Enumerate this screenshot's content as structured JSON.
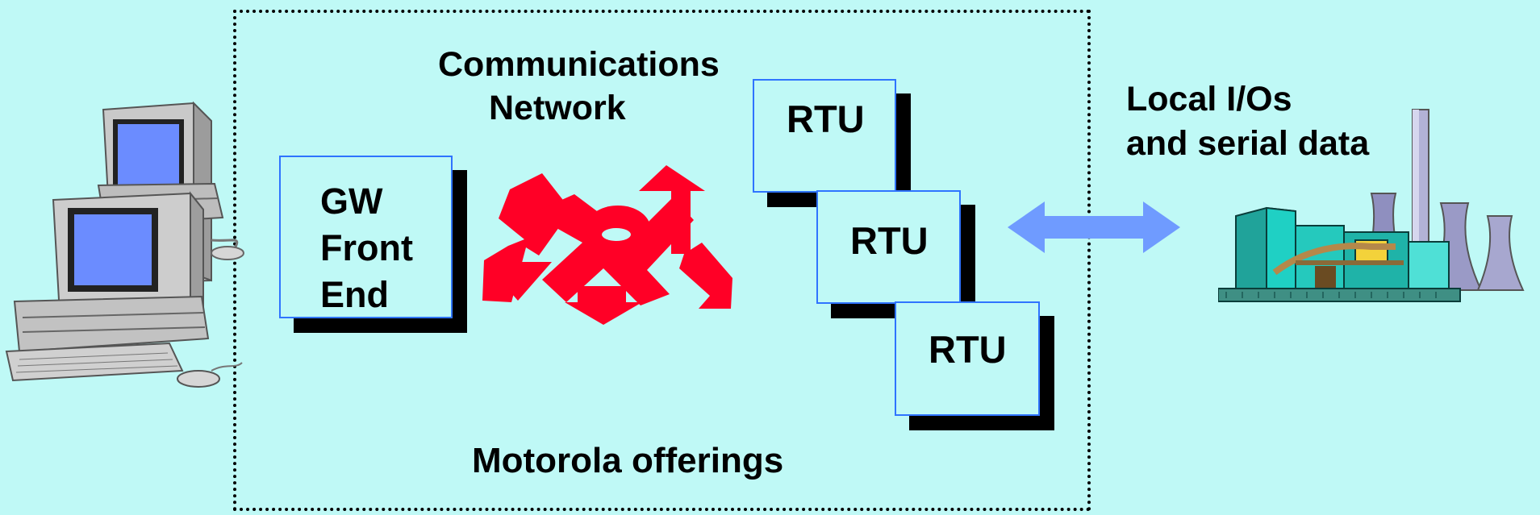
{
  "diagram": {
    "network_label_line1": "Communications",
    "network_label_line2": "Network",
    "gateway": {
      "line1": "GW",
      "line2": "Front",
      "line3": "End"
    },
    "rtus": [
      "RTU",
      "RTU",
      "RTU"
    ],
    "local_io_line1": "Local I/Os",
    "local_io_line2": "and serial data",
    "offerings_label": "Motorola offerings"
  },
  "colors": {
    "background": "#bff9f6",
    "box_border": "#2f74ff",
    "network_arrows": "#ff0026",
    "io_arrow": "#6f9bff",
    "screen": "#6b8cff"
  },
  "icons": {
    "workstation": "computer-workstation-icon",
    "plant": "power-plant-icon",
    "network": "network-arrows-icon",
    "io_arrow": "double-arrow-icon"
  }
}
